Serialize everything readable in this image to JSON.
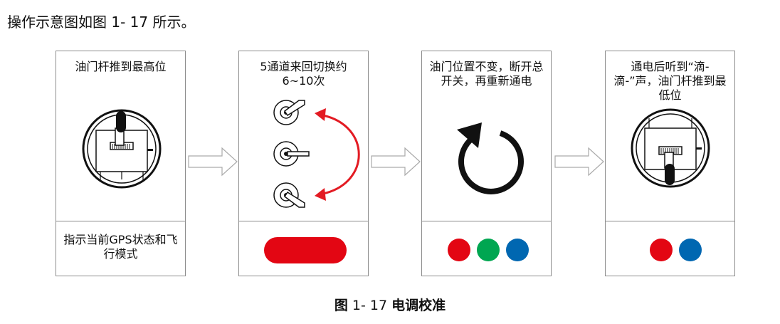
{
  "intro": "操作示意图如图 1- 17 所示。",
  "steps": [
    {
      "title": "油门杆推到最高位",
      "bottom": "指示当前GPS状态和飞行模式"
    },
    {
      "title": "5通道来回切换约 6~10次"
    },
    {
      "title": "油门位置不变，断开总开关，再重新通电"
    },
    {
      "title": "通电后听到“滴-滴-”声，油门杆推到最低位"
    }
  ],
  "caption": {
    "fig": "图",
    "number": "1- 17",
    "name": "电调校准"
  },
  "colors": {
    "red": "#e30613",
    "green": "#00a651",
    "blue": "#0067b1",
    "border": "#8c8c8c",
    "arrow_red": "#e31b23"
  },
  "icons": [
    "throttle-stick-up-icon",
    "switch-channel-icon",
    "power-cycle-icon",
    "throttle-stick-down-icon",
    "right-arrow-icon"
  ]
}
